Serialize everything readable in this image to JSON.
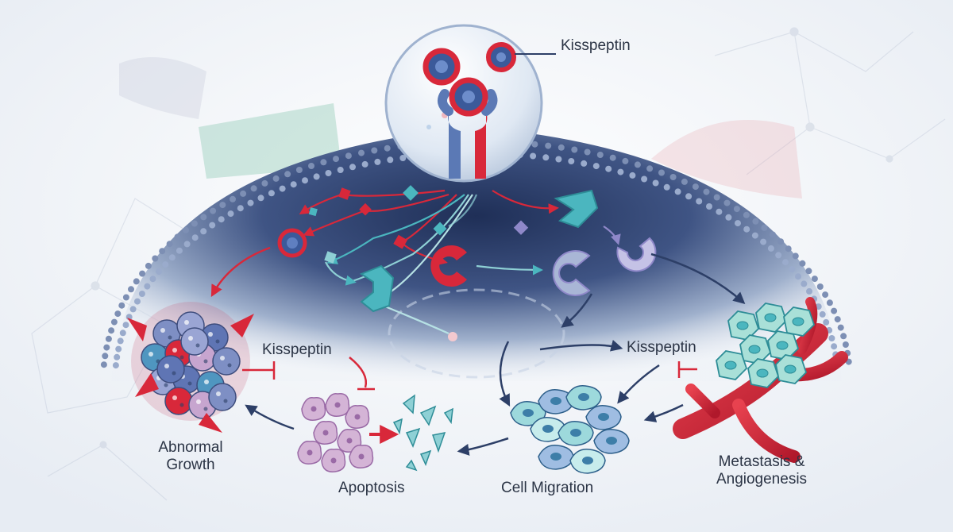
{
  "labels": {
    "kisspeptin_top": "Kisspeptin",
    "kisspeptin_left": "Kisspeptin",
    "kisspeptin_right": "Kisspeptin",
    "abnormal_growth_line1": "Abnormal",
    "abnormal_growth_line2": "Growth",
    "apoptosis": "Apoptosis",
    "cell_migration": "Cell Migration",
    "metastasis_line1": "Metastasis &",
    "metastasis_line2": "Angiogenesis"
  },
  "colors": {
    "red": "#d8283a",
    "navy": "#2d3f67",
    "teal": "#4bb6bf",
    "lavender": "#8f88c9",
    "purple_cell": "#c9a6cc"
  }
}
